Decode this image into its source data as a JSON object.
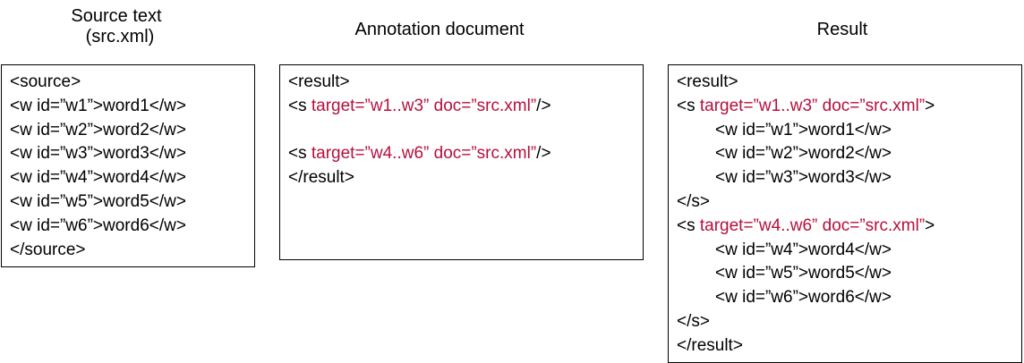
{
  "accent_color": "#b5103c",
  "source": {
    "heading_line1": "Source text",
    "heading_line2": "(src.xml)",
    "lines": [
      "<source>",
      "<w id=”w1”>word1</w>",
      "<w id=”w2”>word2</w>",
      "<w id=”w3”>word3</w>",
      "<w id=”w4”>word4</w>",
      "<w id=”w5”>word5</w>",
      "<w id=”w6”>word6</w>",
      "</source>"
    ]
  },
  "annotation": {
    "heading": "Annotation document",
    "open_tag": "<result>",
    "s1_tag_open": "<s ",
    "s1_attrs": "target=”w1..w3” doc=”src.xml”",
    "s1_tag_close": "/>",
    "s2_tag_open": "<s ",
    "s2_attrs": "target=”w4..w6” doc=”src.xml”",
    "s2_tag_close": "/>",
    "close_tag": "</result>"
  },
  "result": {
    "heading": "Result",
    "open_tag": "<result>",
    "s1_tag_open": "<s ",
    "s1_attrs": "target=”w1..w3” doc=”src.xml”",
    "s1_tag_close": ">",
    "s1_words": [
      "<w id=”w1”>word1</w>",
      "<w id=”w2”>word2</w>",
      "<w id=”w3”>word3</w>"
    ],
    "s1_close": "</s>",
    "s2_tag_open": "<s ",
    "s2_attrs": "target=”w4..w6” doc=”src.xml”",
    "s2_tag_close": ">",
    "s2_words": [
      "<w id=”w4”>word4</w>",
      "<w id=”w5”>word5</w>",
      "<w id=”w6”>word6</w>"
    ],
    "s2_close": "</s>",
    "close_tag": "</result>"
  }
}
